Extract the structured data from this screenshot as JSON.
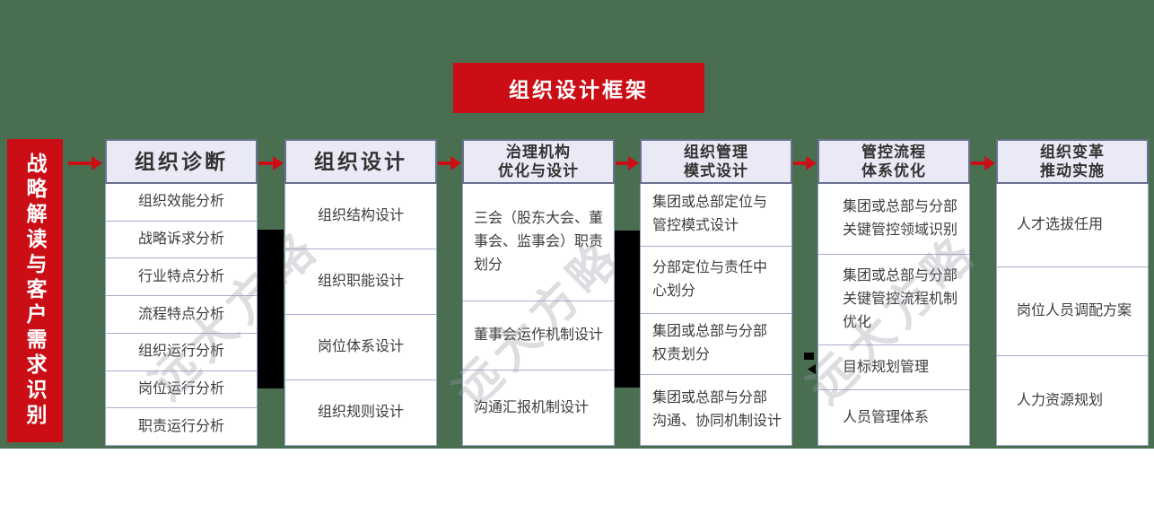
{
  "title": {
    "text": "组织设计框架"
  },
  "left_banner": {
    "text": "战略解读与客户需求识别"
  },
  "watermark": {
    "text": "远大方略"
  },
  "colors": {
    "background_green": "#4a6e50",
    "accent_red": "#cb0e16",
    "header_fill": "#e9eaf6",
    "header_border": "#6a7191",
    "body_border": "#9aa2c9",
    "black_block": "#000000"
  },
  "columns": [
    {
      "title": "组织诊断",
      "items": [
        "组织效能分析",
        "战略诉求分析",
        "行业特点分析",
        "流程特点分析",
        "组织运行分析",
        "岗位运行分析",
        "职责运行分析"
      ]
    },
    {
      "title": "组织设计",
      "items": [
        "组织结构设计",
        "组织职能设计",
        "岗位体系设计",
        "组织规则设计"
      ]
    },
    {
      "title": "治理机构\n优化与设计",
      "items": [
        "三会（股东大会、董\n事会、监事会）职责\n划分",
        "董事会运作机制设计",
        "沟通汇报机制设计"
      ]
    },
    {
      "title": "组织管理\n模式设计",
      "items": [
        "集团或总部定位与\n管控模式设计",
        "分部定位与责任中\n心划分",
        "集团或总部与分部\n权责划分",
        "集团或总部与分部\n沟通、协同机制设计"
      ]
    },
    {
      "title": "管控流程\n体系优化",
      "items": [
        "集团或总部与分部\n关键管控领域识别",
        "集团或总部与分部\n关键管控流程机制\n优化",
        "目标规划管理",
        "人员管理体系"
      ]
    },
    {
      "title": "组织变革\n推动实施",
      "items": [
        "人才选拔任用",
        "岗位人员调配方案",
        "人力资源规划"
      ]
    }
  ]
}
